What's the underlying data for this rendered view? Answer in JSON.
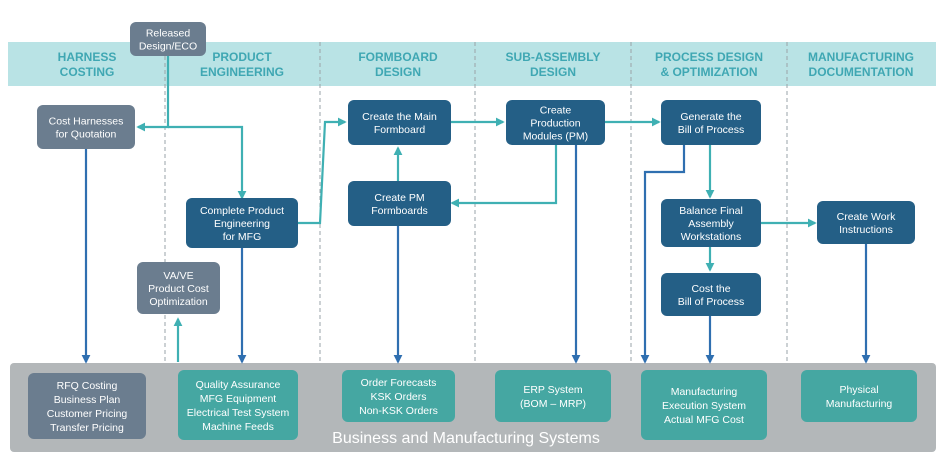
{
  "colors": {
    "header_band": "#b9e3e5",
    "lane_title": "#3fa7b3",
    "gray_box": "#6b7d8f",
    "blue_box": "#245f86",
    "teal_box": "#45a7a2",
    "bottom_band": "#b3b7b9",
    "blue_arrow": "#2f6fb0",
    "teal_arrow": "#3fb0b3"
  },
  "lanes": [
    {
      "title": [
        "HARNESS",
        "COSTING"
      ]
    },
    {
      "title": [
        "PRODUCT",
        "ENGINEERING"
      ]
    },
    {
      "title": [
        "FORMBOARD",
        "DESIGN"
      ]
    },
    {
      "title": [
        "SUB-ASSEMBLY",
        "DESIGN"
      ]
    },
    {
      "title": [
        "PROCESS DESIGN",
        "& OPTIMIZATION"
      ]
    },
    {
      "title": [
        "MANUFACTURING",
        "DOCUMENTATION"
      ]
    }
  ],
  "nodes": [
    {
      "id": "released",
      "color": "gray",
      "lines": [
        "Released",
        "Design/ECO"
      ]
    },
    {
      "id": "cost-harnesses",
      "color": "gray",
      "lines": [
        "Cost Harnesses",
        "for Quotation"
      ]
    },
    {
      "id": "complete-product",
      "color": "blue",
      "lines": [
        "Complete Product",
        "Engineering",
        "for MFG"
      ]
    },
    {
      "id": "vave",
      "color": "gray",
      "lines": [
        "VA/VE",
        "Product Cost",
        "Optimization"
      ]
    },
    {
      "id": "create-main-formboard",
      "color": "blue",
      "lines": [
        "Create the Main",
        "Formboard"
      ]
    },
    {
      "id": "create-pm-formboards",
      "color": "blue",
      "lines": [
        "Create PM",
        "Formboards"
      ]
    },
    {
      "id": "create-production-modules",
      "color": "blue",
      "lines": [
        "Create",
        "Production",
        "Modules (PM)"
      ]
    },
    {
      "id": "generate-bop",
      "color": "blue",
      "lines": [
        "Generate the",
        "Bill of Process"
      ]
    },
    {
      "id": "balance-final",
      "color": "blue",
      "lines": [
        "Balance Final",
        "Assembly",
        "Workstations"
      ]
    },
    {
      "id": "cost-bop",
      "color": "blue",
      "lines": [
        "Cost the",
        "Bill of Process"
      ]
    },
    {
      "id": "create-work-instructions",
      "color": "blue",
      "lines": [
        "Create Work",
        "Instructions"
      ]
    }
  ],
  "bottom_boxes": [
    {
      "id": "rfq",
      "color": "gray",
      "lines": [
        "RFQ Costing",
        "Business Plan",
        "Customer Pricing",
        "Transfer Pricing"
      ]
    },
    {
      "id": "quality",
      "color": "teal",
      "lines": [
        "Quality Assurance",
        "MFG Equipment",
        "Electrical Test System",
        "Machine Feeds"
      ]
    },
    {
      "id": "orders",
      "color": "teal",
      "lines": [
        "Order Forecasts",
        "KSK Orders",
        "Non-KSK Orders"
      ]
    },
    {
      "id": "erp",
      "color": "teal",
      "lines": [
        "ERP System",
        "(BOM – MRP)"
      ]
    },
    {
      "id": "mes",
      "color": "teal",
      "lines": [
        "Manufacturing",
        "Execution System",
        "Actual MFG Cost"
      ]
    },
    {
      "id": "physical",
      "color": "teal",
      "lines": [
        "Physical",
        "Manufacturing"
      ]
    }
  ],
  "footer_title": "Business and Manufacturing Systems"
}
